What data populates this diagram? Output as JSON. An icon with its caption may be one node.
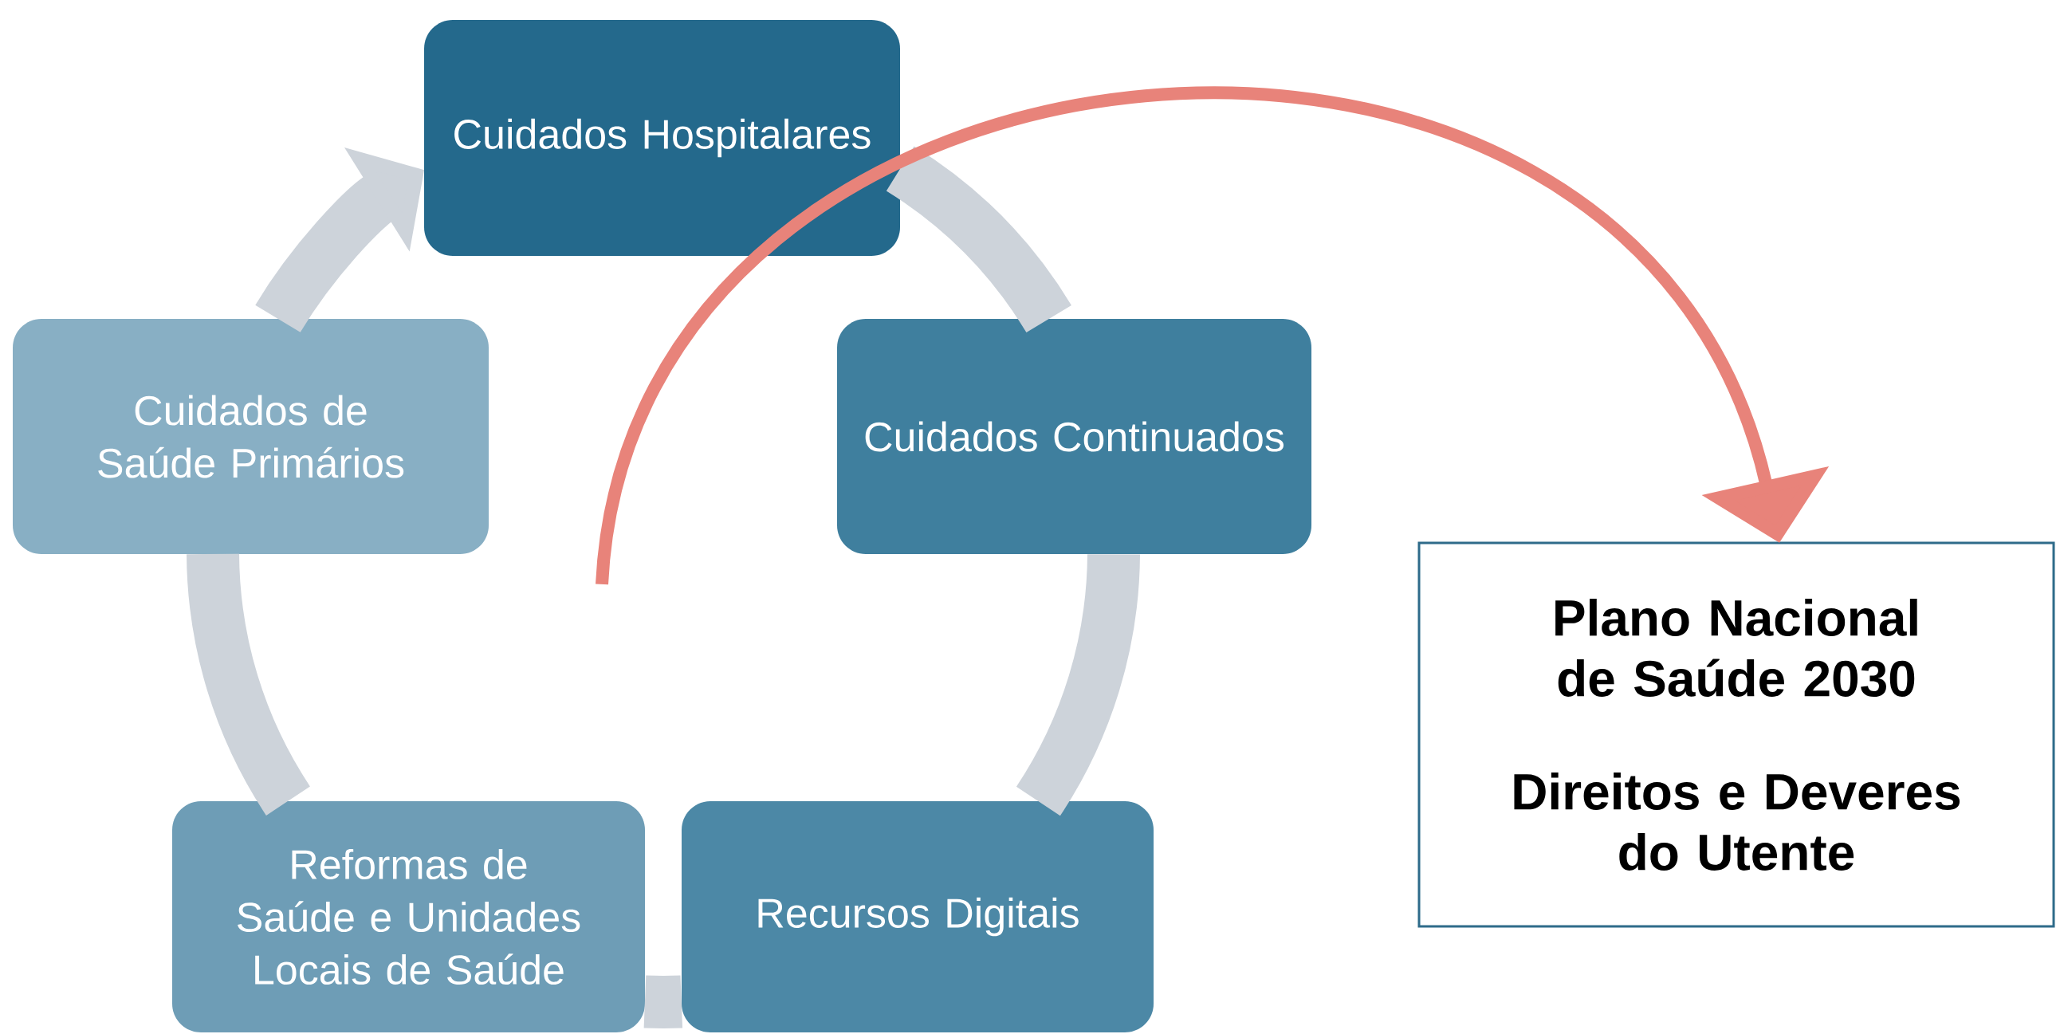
{
  "diagram": {
    "nodes": [
      {
        "text": [
          "Cuidados Hospitalares"
        ]
      },
      {
        "text": [
          "Cuidados Continuados"
        ]
      },
      {
        "text": [
          "Recursos Digitais"
        ]
      },
      {
        "text": [
          "Reformas de Saúde e Unidades Locais de Saúde"
        ]
      },
      {
        "text": [
          "Cuidados de Saúde Primários"
        ]
      },
      {
        "text": [
          "Plano Nacional de Saúde 2030",
          "Direitos e Deveres do Utente"
        ]
      }
    ],
    "edges": [
      {
        "from": 0,
        "to": 1,
        "arrow": "none"
      },
      {
        "from": 1,
        "to": 2,
        "arrow": "none"
      },
      {
        "from": 2,
        "to": 3,
        "arrow": "none"
      },
      {
        "from": 3,
        "to": 4,
        "arrow": "none"
      },
      {
        "from": 4,
        "to": 0,
        "arrow": "to"
      },
      {
        "from": null,
        "to": 5,
        "arrow": "to",
        "color": "#e8837a"
      }
    ]
  }
}
